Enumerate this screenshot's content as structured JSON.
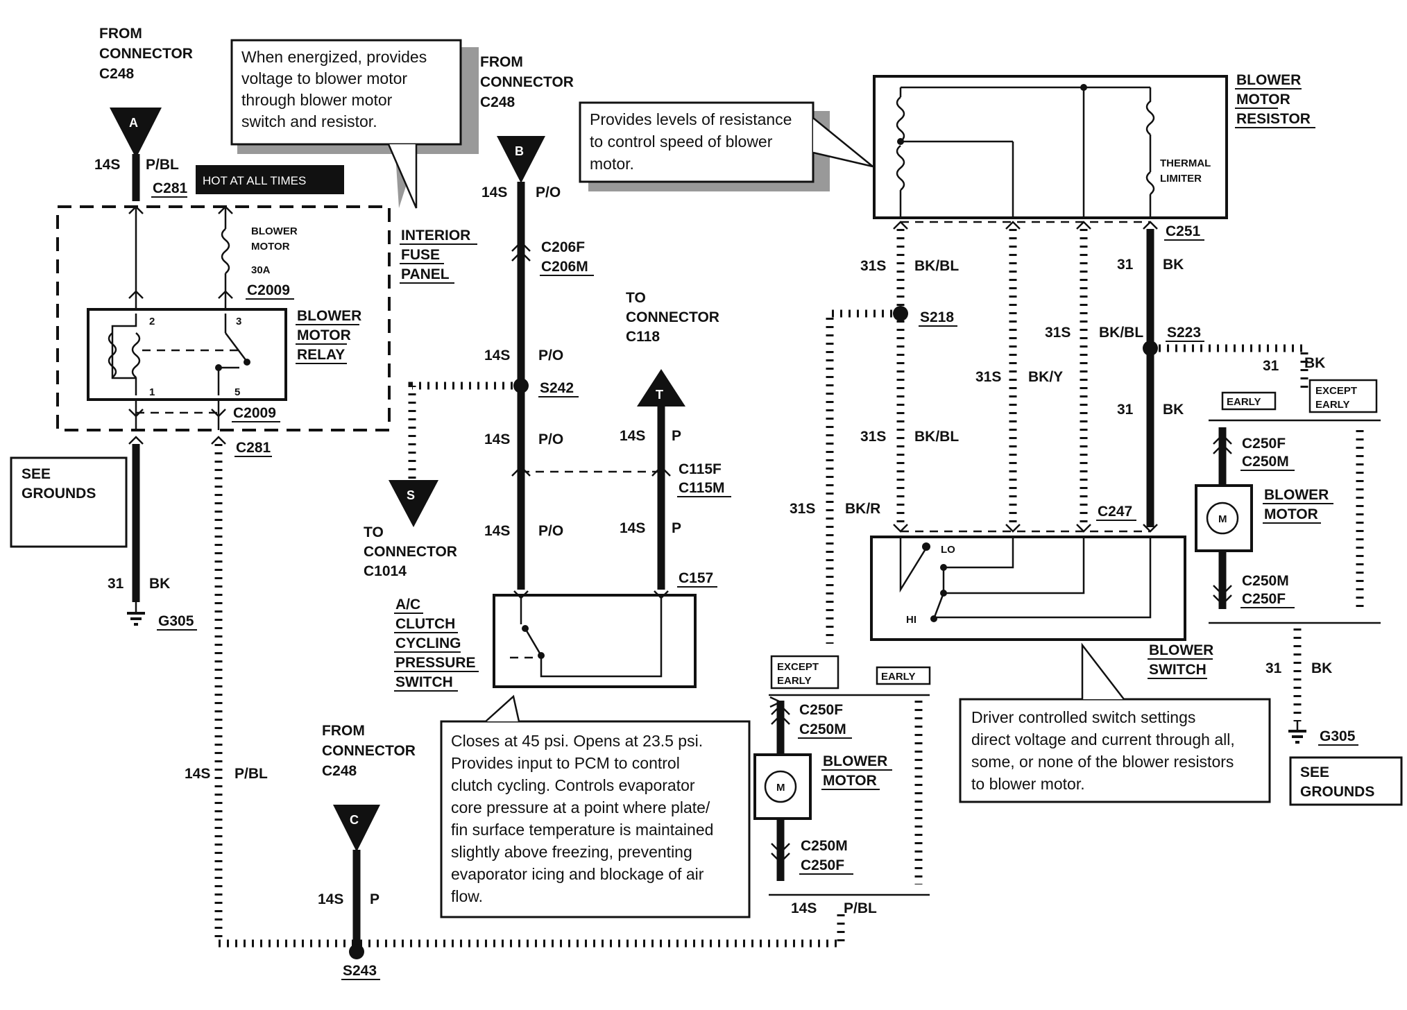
{
  "connector_a": {
    "from": "FROM",
    "conn": "CONNECTOR",
    "id": "C248",
    "letter": "A"
  },
  "connector_b": {
    "from": "FROM",
    "conn": "CONNECTOR",
    "id": "C248",
    "letter": "B"
  },
  "connector_c": {
    "from": "FROM",
    "conn": "CONNECTOR",
    "id": "C248",
    "letter": "C"
  },
  "to_c118": {
    "to": "TO",
    "conn": "CONNECTOR",
    "id": "C118",
    "letter": "T"
  },
  "to_c1014": {
    "to": "TO",
    "conn": "CONNECTOR",
    "id": "C1014",
    "letter": "S"
  },
  "notes": {
    "relay_note": [
      "When energized, provides",
      "voltage to blower motor",
      "through  blower motor",
      "switch and resistor."
    ],
    "resistor_note": [
      "Provides levels of resistance",
      "to control speed of blower",
      "motor."
    ],
    "pressure_note": [
      "Closes at 45 psi. Opens at 23.5 psi.",
      "Provides input to PCM to control",
      "clutch cycling. Controls evaporator",
      "core pressure at a point where plate/",
      "fin surface temperature is maintained",
      "slightly above freezing, preventing",
      "evaporator icing and blockage of air",
      "flow."
    ],
    "switch_note": [
      "Driver controlled switch settings",
      "direct voltage and current through all,",
      "some, or none of the blower resistors",
      "to blower motor."
    ]
  },
  "hot_label": "HOT AT ALL TIMES",
  "fuse_panel": [
    "INTERIOR",
    "FUSE",
    "PANEL"
  ],
  "fuse": [
    "BLOWER",
    "MOTOR",
    "30A"
  ],
  "relay": [
    "BLOWER",
    "MOTOR",
    "RELAY"
  ],
  "relay_pins": [
    "2",
    "3",
    "1",
    "5"
  ],
  "resistor": [
    "BLOWER",
    "MOTOR",
    "RESISTOR"
  ],
  "thermal": [
    "THERMAL",
    "LIMITER"
  ],
  "blower_switch": [
    "BLOWER",
    "SWITCH"
  ],
  "switch_lo": "LO",
  "switch_hi": "HI",
  "blower_motor": [
    "BLOWER",
    "MOTOR"
  ],
  "motor_symbol": "M",
  "ac_switch": [
    "A/C",
    "CLUTCH",
    "CYCLING",
    "PRESSURE",
    "SWITCH"
  ],
  "see_grounds": [
    "SEE",
    "GROUNDS"
  ],
  "tags": {
    "except": [
      "EXCEPT",
      "EARLY"
    ],
    "early": "EARLY"
  },
  "connectors": {
    "c281": "C281",
    "c2009": "C2009",
    "c206f": "C206F",
    "c206m": "C206M",
    "s242": "S242",
    "c115f": "C115F",
    "c115m": "C115M",
    "c157": "C157",
    "s243": "S243",
    "g305": "G305",
    "c251": "C251",
    "s218": "S218",
    "s223": "S223",
    "c247": "C247",
    "c250f": "C250F",
    "c250m": "C250M"
  },
  "wires": {
    "g14s": "14S",
    "g31s": "31S",
    "g31": "31",
    "pbl": "P/BL",
    "po": "P/O",
    "p": "P",
    "bk": "BK",
    "bkbl": "BK/BL",
    "bky": "BK/Y",
    "bkr": "BK/R"
  }
}
